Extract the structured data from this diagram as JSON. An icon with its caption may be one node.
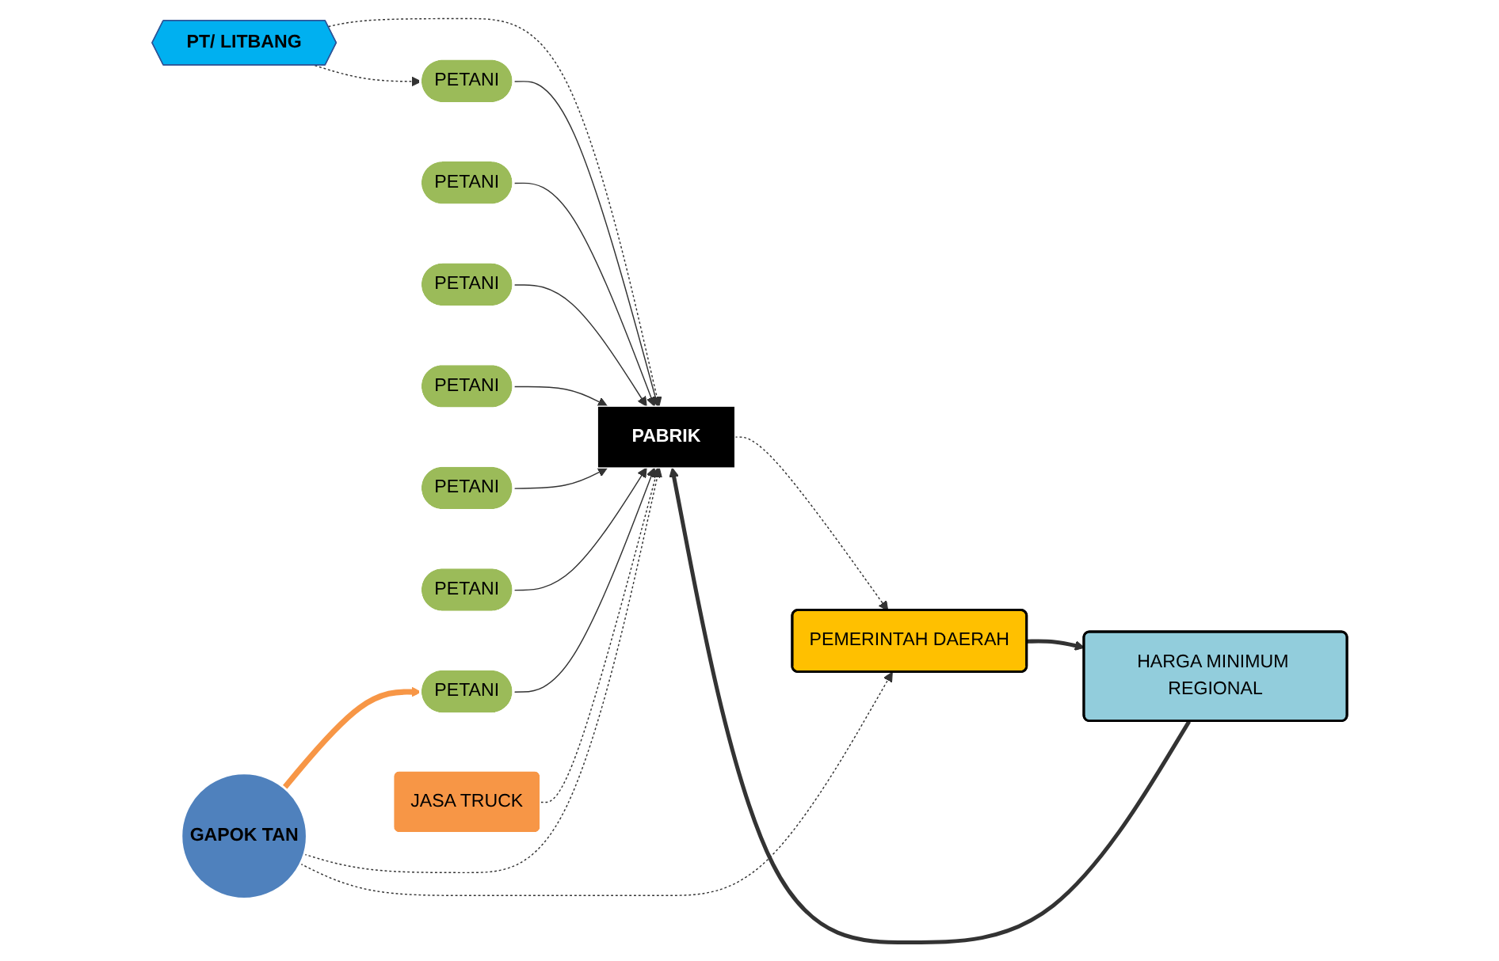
{
  "diagram": {
    "nodes": [
      {
        "text": [
          "PT/ LITBANG"
        ]
      },
      {
        "text": [
          "PETANI"
        ]
      },
      {
        "text": [
          "PETANI"
        ]
      },
      {
        "text": [
          "PETANI"
        ]
      },
      {
        "text": [
          "PETANI"
        ]
      },
      {
        "text": [
          "PETANI"
        ]
      },
      {
        "text": [
          "PETANI"
        ]
      },
      {
        "text": [
          "PETANI"
        ]
      },
      {
        "text": [
          "JASA TRUCK"
        ]
      },
      {
        "text": [
          "PABRIK"
        ]
      },
      {
        "text": [
          "HARGA MINIMUM REGIONAL"
        ]
      },
      {
        "text": [
          "GAPOK TAN"
        ]
      },
      {
        "text": [
          "PEMERINTAH DAERAH"
        ]
      }
    ],
    "edges": [
      {
        "from": 0,
        "to": 1,
        "arrow": "to",
        "style": "dashed"
      },
      {
        "from": 0,
        "to": 9,
        "arrow": "to",
        "style": "dashed"
      },
      {
        "from": 1,
        "to": 9,
        "arrow": "to"
      },
      {
        "from": 2,
        "to": 9,
        "arrow": "to"
      },
      {
        "from": 3,
        "to": 9,
        "arrow": "to"
      },
      {
        "from": 4,
        "to": 9,
        "arrow": "to"
      },
      {
        "from": 5,
        "to": 9,
        "arrow": "to"
      },
      {
        "from": 6,
        "to": 9,
        "arrow": "to"
      },
      {
        "from": 7,
        "to": 9,
        "arrow": "to"
      },
      {
        "from": 8,
        "to": 9,
        "arrow": "to",
        "style": "dashed"
      },
      {
        "from": 11,
        "to": 9,
        "arrow": "to",
        "style": "dashed"
      },
      {
        "from": 10,
        "to": 9,
        "arrow": "to",
        "style": "thick"
      },
      {
        "from": 12,
        "to": 10,
        "arrow": "to",
        "style": "thick"
      },
      {
        "from": 9,
        "to": 12,
        "arrow": "to",
        "style": "dashed"
      },
      {
        "from": 11,
        "to": 12,
        "arrow": "to",
        "style": "dashed"
      },
      {
        "from": 11,
        "to": 7,
        "arrow": "to",
        "style": "thick",
        "color": "#f79646"
      }
    ]
  }
}
